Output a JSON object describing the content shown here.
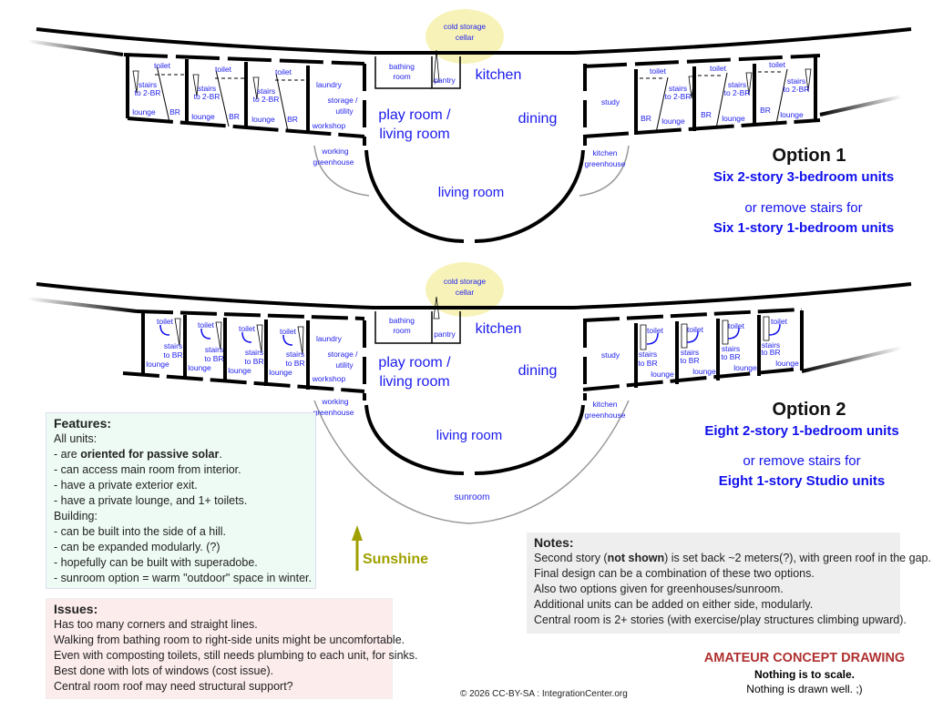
{
  "labels": {
    "cold_storage_1": "cold storage",
    "cold_storage_2": "cellar",
    "toilet": "toilet",
    "stairs": "stairs",
    "to_2br": "to 2-BR",
    "to_br": "to BR",
    "lounge": "lounge",
    "br": "BR",
    "laundry": "laundry",
    "storage_1": "storage /",
    "storage_2": "utility",
    "workshop": "workshop",
    "bathing_1": "bathing",
    "bathing_2": "room",
    "pantry": "pantry",
    "kitchen": "kitchen",
    "playroom_1": "play room /",
    "playroom_2": "living room",
    "dining": "dining",
    "working_gh_1": "working",
    "working_gh_2": "greenhouse",
    "living_room": "living room",
    "study": "study",
    "kitchen_gh_1": "kitchen",
    "kitchen_gh_2": "greenhouse",
    "sunroom": "sunroom"
  },
  "option1": {
    "title": "Option 1",
    "line1": "Six 2-story 3-bedroom units",
    "line2": "or remove stairs for",
    "line3": "Six 1-story 1-bedroom units"
  },
  "option2": {
    "title": "Option 2",
    "line1": "Eight 2-story 1-bedroom units",
    "line2": "or remove stairs for",
    "line3": "Eight 1-story Studio units"
  },
  "sunshine": "Sunshine",
  "features": {
    "title": "Features:",
    "all_units": "All units:",
    "items_units_prefix": "- are ",
    "items_units_bold": "oriented for passive solar",
    "items_units_suffix": ".",
    "units": [
      "- can access main room from interior.",
      "- have a private exterior exit.",
      "- have a private lounge, and 1+ toilets."
    ],
    "building": "Building:",
    "building_items": [
      "- can be built into the side of a hill.",
      "- can be expanded modularly. (?)",
      "- hopefully can be built with superadobe.",
      "- sunroom option = warm \"outdoor\" space in winter."
    ]
  },
  "issues": {
    "title": "Issues:",
    "items": [
      "Has too many corners and straight lines.",
      "Walking from bathing room to right-side units might be uncomfortable.",
      "Even with composting toilets, still needs plumbing to each unit, for sinks.",
      "Best done with lots of windows (cost issue).",
      "Central room roof may need structural support?"
    ]
  },
  "notes": {
    "title": "Notes:",
    "first_prefix": "Second story (",
    "first_bold": "not shown",
    "first_suffix": ") is set back ~2 meters(?), with green roof in the gap.",
    "items": [
      "Final design can be a combination of these two options.",
      "Also two options given for greenhouses/sunroom.",
      "Additional units can be added on either side, modularly.",
      "Central room is 2+ stories (with exercise/play structures climbing upward)."
    ]
  },
  "disclaimer": {
    "title": "AMATEUR CONCEPT DRAWING",
    "line1": "Nothing is to scale.",
    "line2": "Nothing is drawn well. ;)"
  },
  "copyright": "© 2026 CC-BY-SA : IntegrationCenter.org",
  "colors": {
    "label_blue": "#2222ee",
    "sunshine": "#a0a000",
    "cellar": "#f7f3b8",
    "disclaimer_red": "#b03030"
  }
}
